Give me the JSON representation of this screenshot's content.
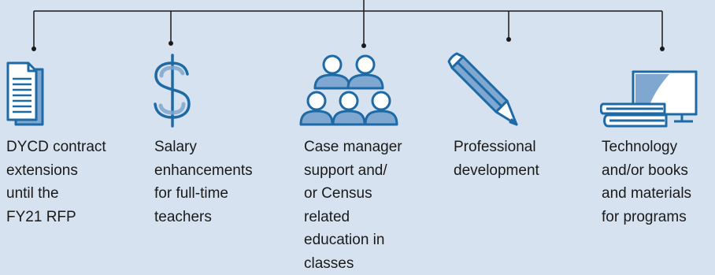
{
  "diagram": {
    "items": [
      {
        "label": "DYCD contract\nextensions\nuntil the\nFY21 RFP",
        "icon": "document-stack-icon"
      },
      {
        "label": "Salary\nenhancements\nfor full-time\nteachers",
        "icon": "dollar-sign-icon"
      },
      {
        "label": "Case manager\nsupport and/\nor Census\nrelated\neducation in\nclasses",
        "icon": "people-group-icon"
      },
      {
        "label": "Professional\ndevelopment",
        "icon": "pencil-icon"
      },
      {
        "label": "Technology\nand/or books\nand materials\nfor programs",
        "icon": "computer-books-icon"
      }
    ],
    "colors": {
      "background": "#d6e2ef",
      "icon_stroke": "#1e6aa6",
      "icon_fill": "#7fa7cf",
      "icon_fill_light": "#ffffff",
      "connector": "#1a1a1a"
    }
  }
}
